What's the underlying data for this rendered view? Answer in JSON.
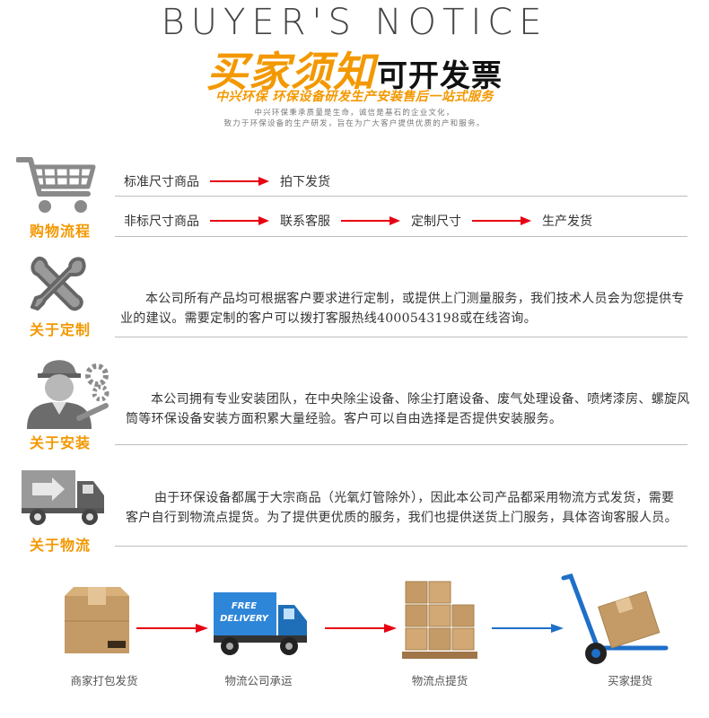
{
  "header": {
    "title_en": "BUYER'S NOTICE",
    "title_cn_main": "买家须知",
    "title_cn_sub": "可开发票",
    "slogan": "中兴环保  环保设备研发生产安装售后一站式服务",
    "sub_line1": "中兴环保秉承质量是生命，诚信是基石的企业文化，",
    "sub_line2": "致力于环保设备的生产研发，旨在为广大客户提供优质的产和服务。"
  },
  "shopping": {
    "label": "购物流程",
    "row1": [
      "标准尺寸商品",
      "拍下发货"
    ],
    "row2": [
      "非标尺寸商品",
      "联系客服",
      "定制尺寸",
      "生产发货"
    ]
  },
  "custom": {
    "label": "关于定制",
    "text": "本公司所有产品均可根据客户要求进行定制，或提供上门测量服务，我们技术人员会为您提供专业的建议。需要定制的客户可以拨打客服热线4000543198或在线咨询。"
  },
  "install": {
    "label": "关于安装",
    "text": "本公司拥有专业安装团队，在中央除尘设备、除尘打磨设备、废气处理设备、喷烤漆房、螺旋风筒等环保设备安装方面积累大量经验。客户可以自由选择是否提供安装服务。"
  },
  "logistics": {
    "label": "关于物流",
    "text": "由于环保设备都属于大宗商品（光氧灯管除外），因此本公司产品都采用物流方式发货，需要客户自行到物流点提货。为了提供更优质的服务，我们也提供送货上门服务，具体咨询客服人员。"
  },
  "bottom_flow": {
    "truck_text_1": "FREE",
    "truck_text_2": "DELIVERY",
    "steps": [
      "商家打包发货",
      "物流公司承运",
      "物流点提货",
      "买家提货"
    ]
  },
  "colors": {
    "accent": "#f39800",
    "arrow_red": "#e60012",
    "arrow_blue": "#1e6fc8",
    "icon_gray": "#8a8a8a"
  }
}
